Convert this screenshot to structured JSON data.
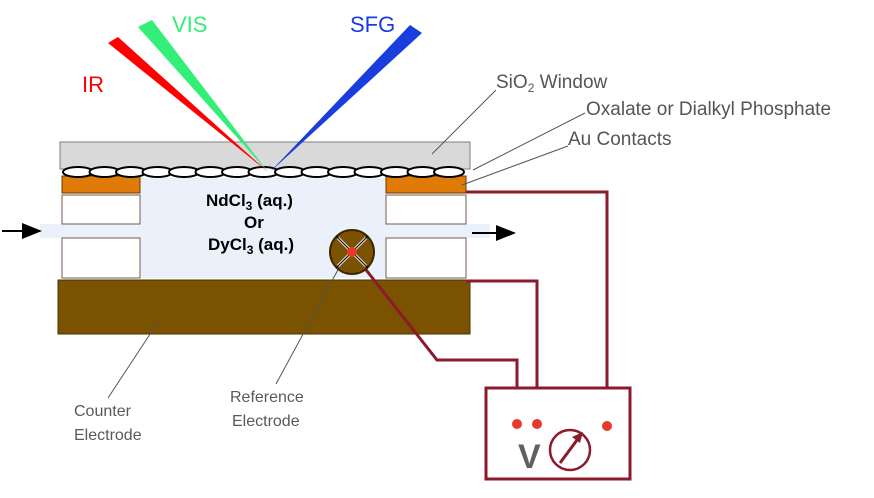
{
  "beams": {
    "ir": {
      "label": "IR",
      "color": "#ff0000"
    },
    "vis": {
      "label": "VIS",
      "color": "#33ee77"
    },
    "sfg": {
      "label": "SFG",
      "color": "#1a3ddd"
    }
  },
  "callouts": {
    "window": {
      "base": "SiO",
      "sub": "2",
      "rest": " Window"
    },
    "monolayer": "Oxalate or Dialkyl Phosphate",
    "contacts": "Au Contacts",
    "counter_line1": "Counter",
    "counter_line2": "Electrode",
    "reference_line1": "Reference",
    "reference_line2": "Electrode"
  },
  "solution": {
    "line1_base": "NdCl",
    "line1_sub": "3",
    "line1_rest": " (aq.)",
    "or": "Or",
    "line3_base": "DyCl",
    "line3_sub": "3",
    "line3_rest": " (aq.)"
  },
  "meter": {
    "label": "V"
  },
  "colors": {
    "window": "#d9d9d9",
    "gold": "#e07b0a",
    "counter_electrode": "#7a5200",
    "solution": "#eaf1fb",
    "wire": "#8b1a2b",
    "contact_dot": "#e83a2a"
  }
}
